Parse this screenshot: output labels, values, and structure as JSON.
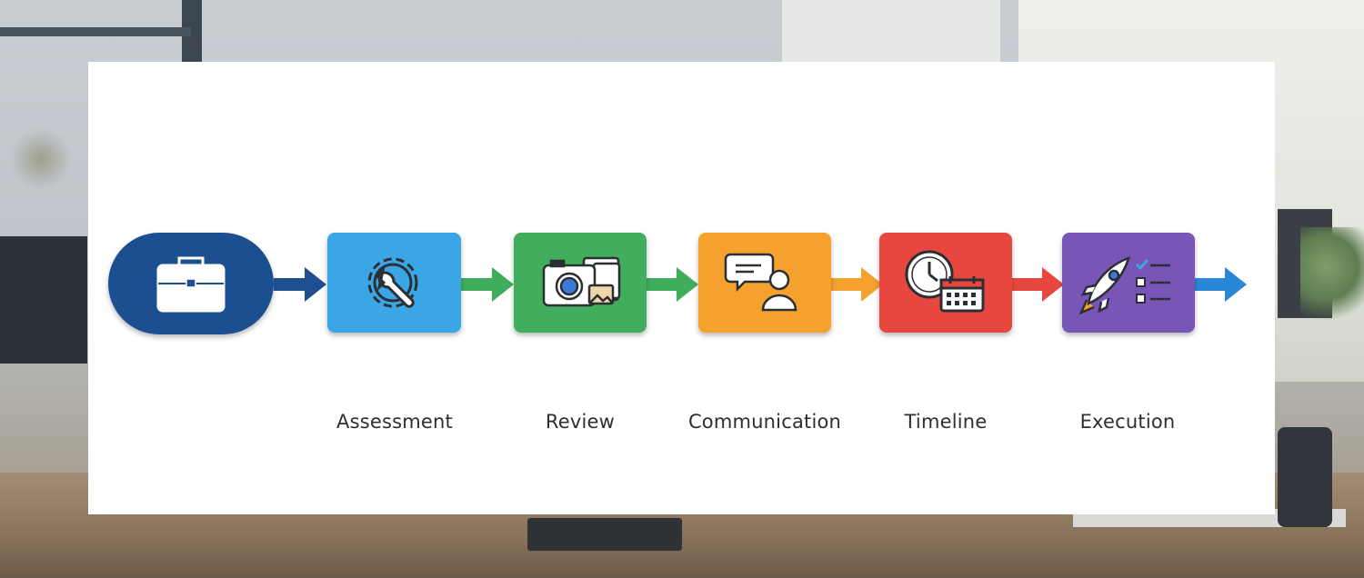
{
  "colors": {
    "start": "#1f4f8f",
    "assessment": "#3aa6e6",
    "review": "#3fae5c",
    "communication": "#f4a12d",
    "timeline": "#e8473f",
    "execution": "#7a55b8",
    "arrow_end": "#2a86d6"
  },
  "start_node": {
    "icon": "briefcase-icon"
  },
  "steps": [
    {
      "label": "Assessment",
      "icon": "gear-wrench-icon"
    },
    {
      "label": "Review",
      "icon": "camera-documents-icon"
    },
    {
      "label": "Communication",
      "icon": "chat-person-icon"
    },
    {
      "label": "Timeline",
      "icon": "clock-calendar-icon"
    },
    {
      "label": "Execution",
      "icon": "rocket-checklist-icon"
    }
  ]
}
